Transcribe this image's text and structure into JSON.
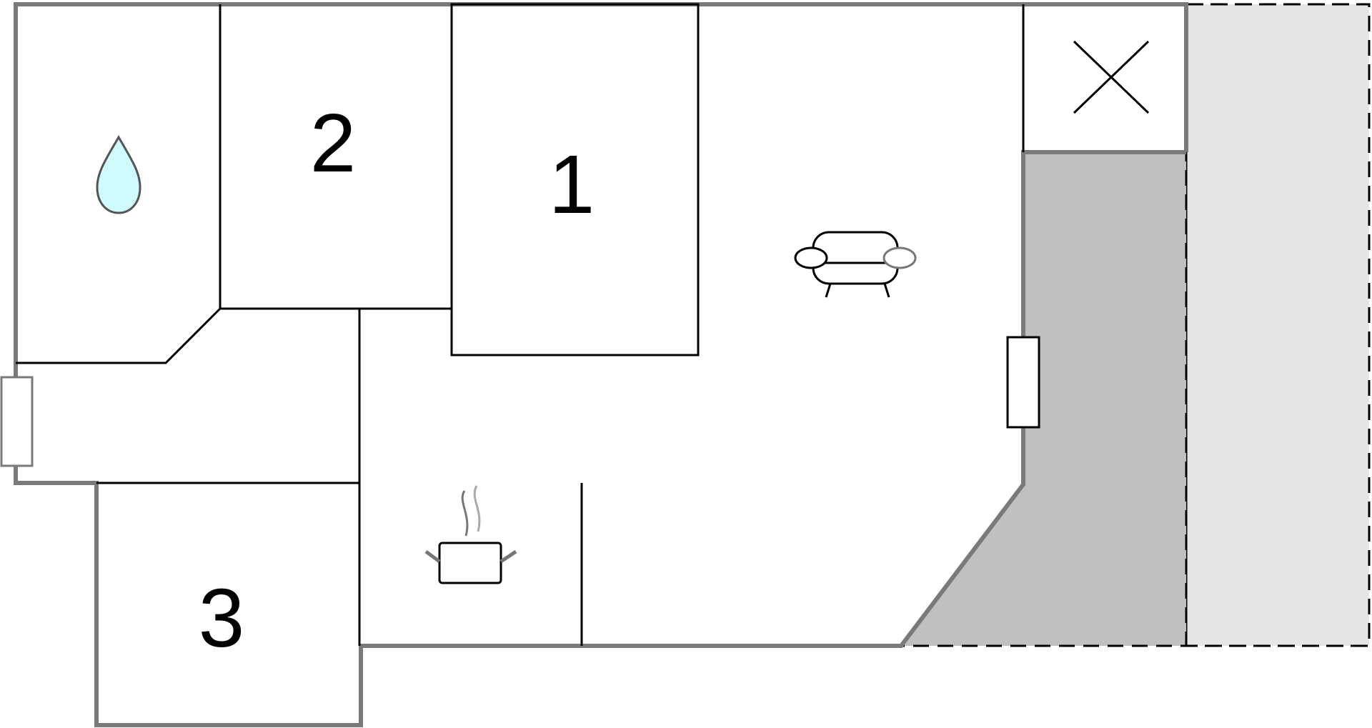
{
  "rooms": [
    {
      "id": "room-1",
      "label": "1"
    },
    {
      "id": "room-2",
      "label": "2"
    },
    {
      "id": "room-3",
      "label": "3"
    }
  ],
  "icons": {
    "bathroom": "water-drop-icon",
    "living": "sofa-icon",
    "kitchen": "cooking-pot-icon",
    "void": "x-mark-icon"
  },
  "colors": {
    "outer_wall": "#7a7a7a",
    "inner_wall": "#000000",
    "terrace": "#c0c0c0",
    "outdoor_area": "#e6e6e6",
    "water_drop": "#cffbff"
  }
}
